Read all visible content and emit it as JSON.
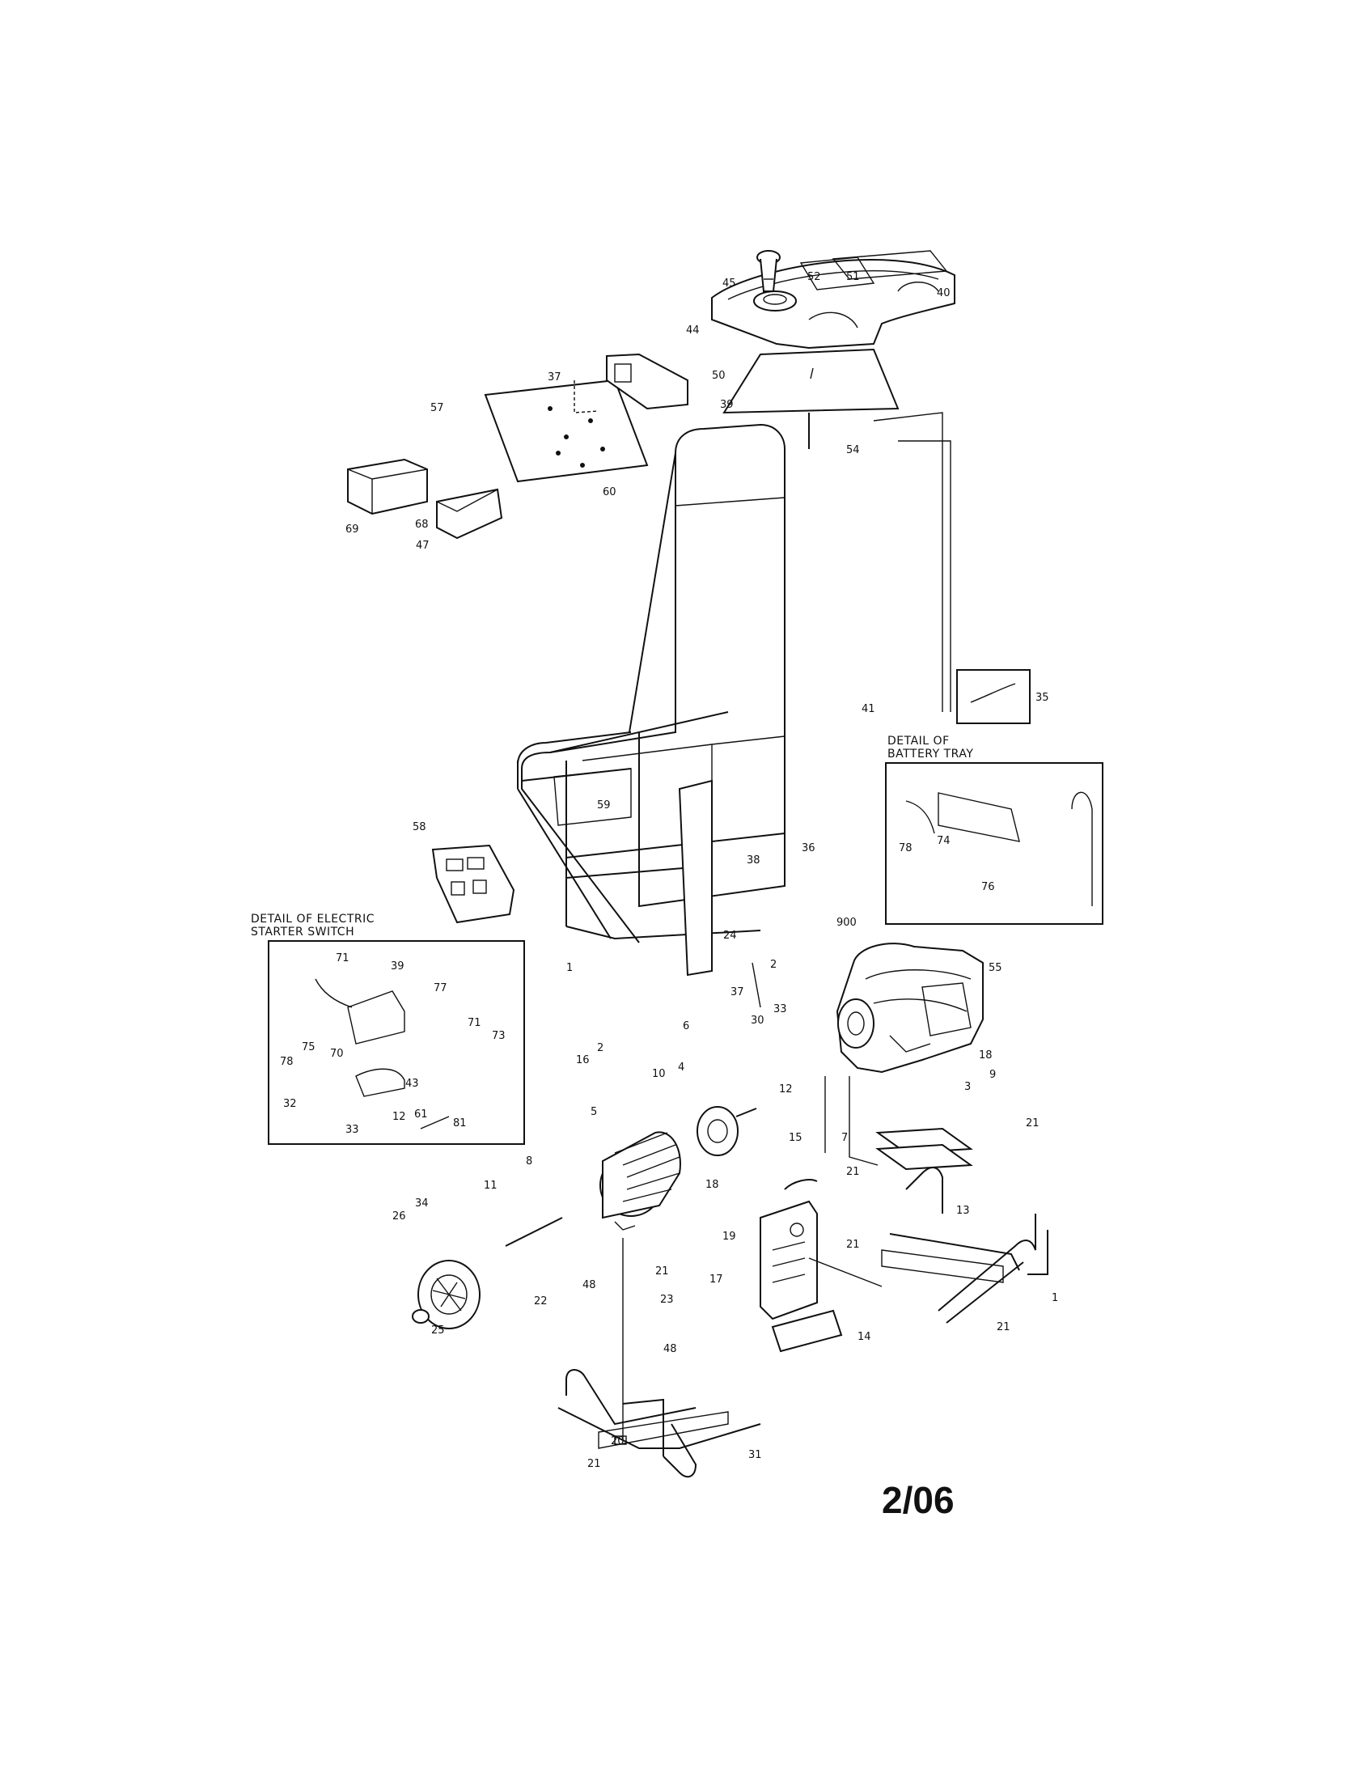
{
  "revision": "2/06",
  "details": {
    "battery_tray": {
      "line1": "DETAIL OF",
      "line2": "BATTERY TRAY"
    },
    "starter_switch": {
      "line1": "DETAIL OF ELECTRIC",
      "line2": "STARTER SWITCH"
    }
  },
  "callouts": [
    {
      "id": "c45",
      "text": "45"
    },
    {
      "id": "c52",
      "text": "52"
    },
    {
      "id": "c51",
      "text": "51"
    },
    {
      "id": "c40",
      "text": "40"
    },
    {
      "id": "c44",
      "text": "44"
    },
    {
      "id": "c50",
      "text": "50"
    },
    {
      "id": "c37a",
      "text": "37"
    },
    {
      "id": "c57",
      "text": "57"
    },
    {
      "id": "c39a",
      "text": "39"
    },
    {
      "id": "c54",
      "text": "54"
    },
    {
      "id": "c60",
      "text": "60"
    },
    {
      "id": "c69",
      "text": "69"
    },
    {
      "id": "c68",
      "text": "68"
    },
    {
      "id": "c47",
      "text": "47"
    },
    {
      "id": "c41",
      "text": "41"
    },
    {
      "id": "c35",
      "text": "35"
    },
    {
      "id": "c59",
      "text": "59"
    },
    {
      "id": "c58",
      "text": "58"
    },
    {
      "id": "c36",
      "text": "36"
    },
    {
      "id": "c38",
      "text": "38"
    },
    {
      "id": "c78a",
      "text": "78"
    },
    {
      "id": "c74",
      "text": "74"
    },
    {
      "id": "c76",
      "text": "76"
    },
    {
      "id": "c24",
      "text": "24"
    },
    {
      "id": "c1a",
      "text": "1"
    },
    {
      "id": "c37b",
      "text": "37"
    },
    {
      "id": "c900",
      "text": "900"
    },
    {
      "id": "c55",
      "text": "55"
    },
    {
      "id": "c2a",
      "text": "2"
    },
    {
      "id": "c33a",
      "text": "33"
    },
    {
      "id": "c30",
      "text": "30"
    },
    {
      "id": "c18a",
      "text": "18"
    },
    {
      "id": "c9",
      "text": "9"
    },
    {
      "id": "c12a",
      "text": "12"
    },
    {
      "id": "c3",
      "text": "3"
    },
    {
      "id": "c6",
      "text": "6"
    },
    {
      "id": "c16",
      "text": "16"
    },
    {
      "id": "c2b",
      "text": "2"
    },
    {
      "id": "c10",
      "text": "10"
    },
    {
      "id": "c4",
      "text": "4"
    },
    {
      "id": "c5",
      "text": "5"
    },
    {
      "id": "c7",
      "text": "7"
    },
    {
      "id": "c21a",
      "text": "21"
    },
    {
      "id": "c15",
      "text": "15"
    },
    {
      "id": "c21b",
      "text": "21"
    },
    {
      "id": "c18b",
      "text": "18"
    },
    {
      "id": "c13",
      "text": "13"
    },
    {
      "id": "c8",
      "text": "8"
    },
    {
      "id": "c11",
      "text": "11"
    },
    {
      "id": "c34",
      "text": "34"
    },
    {
      "id": "c26",
      "text": "26"
    },
    {
      "id": "c19",
      "text": "19"
    },
    {
      "id": "c21c",
      "text": "21"
    },
    {
      "id": "c17",
      "text": "17"
    },
    {
      "id": "c21d",
      "text": "21"
    },
    {
      "id": "c22",
      "text": "22"
    },
    {
      "id": "c48a",
      "text": "48"
    },
    {
      "id": "c25",
      "text": "25"
    },
    {
      "id": "c23",
      "text": "23"
    },
    {
      "id": "c1b",
      "text": "1"
    },
    {
      "id": "c48b",
      "text": "48"
    },
    {
      "id": "c14",
      "text": "14"
    },
    {
      "id": "c21e",
      "text": "21"
    },
    {
      "id": "c20",
      "text": "20"
    },
    {
      "id": "c31",
      "text": "31"
    },
    {
      "id": "c21f",
      "text": "21"
    },
    {
      "id": "c71a",
      "text": "71"
    },
    {
      "id": "c39b",
      "text": "39"
    },
    {
      "id": "c77",
      "text": "77"
    },
    {
      "id": "c71b",
      "text": "71"
    },
    {
      "id": "c73",
      "text": "73"
    },
    {
      "id": "c75",
      "text": "75"
    },
    {
      "id": "c70",
      "text": "70"
    },
    {
      "id": "c78b",
      "text": "78"
    },
    {
      "id": "c43",
      "text": "43"
    },
    {
      "id": "c32",
      "text": "32"
    },
    {
      "id": "c61",
      "text": "61"
    },
    {
      "id": "c12b",
      "text": "12"
    },
    {
      "id": "c33b",
      "text": "33"
    },
    {
      "id": "c81",
      "text": "81"
    }
  ]
}
